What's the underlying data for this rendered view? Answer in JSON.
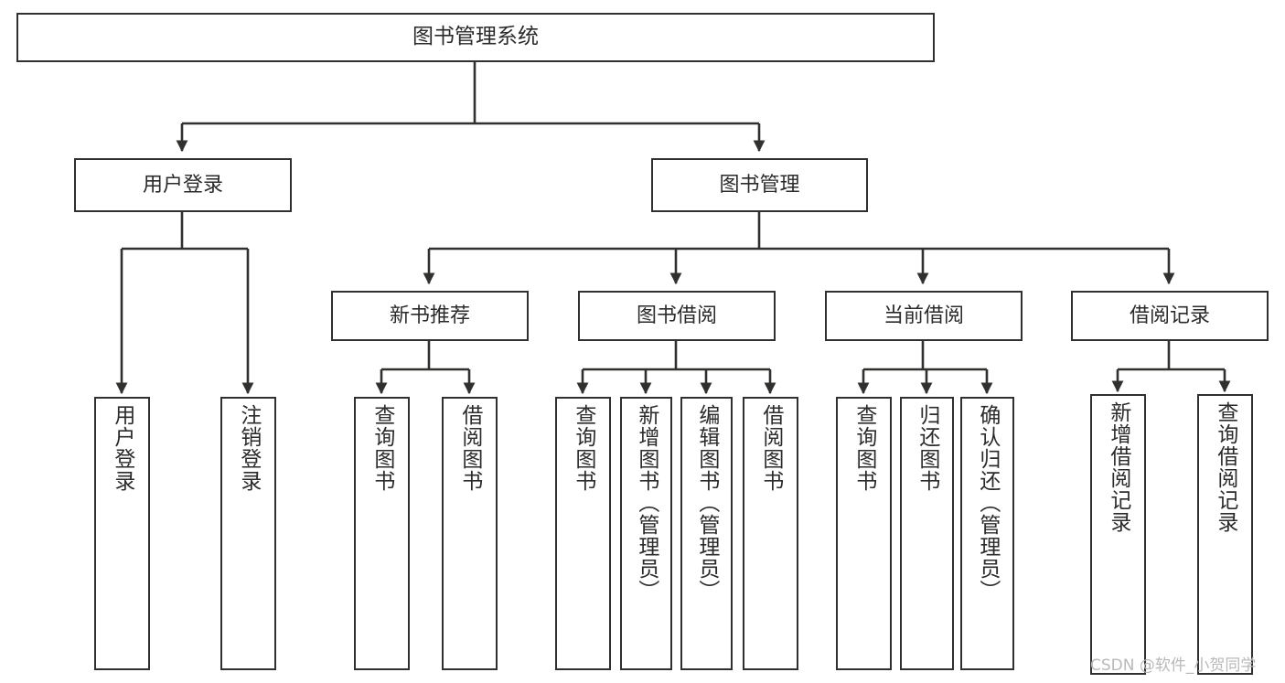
{
  "diagram": {
    "type": "tree",
    "title": "图书管理系统",
    "orientation": "top-down",
    "root": {
      "label": "图书管理系统"
    },
    "level1": [
      {
        "label": "用户登录"
      },
      {
        "label": "图书管理"
      }
    ],
    "level2": [
      {
        "label": "新书推荐"
      },
      {
        "label": "图书借阅"
      },
      {
        "label": "当前借阅"
      },
      {
        "label": "借阅记录"
      }
    ],
    "leaves": {
      "user_login": [
        {
          "label": "用户登录"
        },
        {
          "label": "注销登录"
        }
      ],
      "new_book_recommend": [
        {
          "label": "查询图书"
        },
        {
          "label": "借阅图书"
        }
      ],
      "book_borrow": [
        {
          "label": "查询图书"
        },
        {
          "label": "新增图书（管理员）"
        },
        {
          "label": "编辑图书（管理员）"
        },
        {
          "label": "借阅图书"
        }
      ],
      "current_borrow": [
        {
          "label": "查询图书"
        },
        {
          "label": "归还图书"
        },
        {
          "label": "确认归还（管理员）"
        }
      ],
      "borrow_record": [
        {
          "label": "新增借阅记录"
        },
        {
          "label": "查询借阅记录"
        }
      ]
    }
  },
  "colors": {
    "stroke": "#30302f",
    "text": "#2b2b2b",
    "background": "#ffffff",
    "watermark": "#b9b9b9"
  },
  "watermark": {
    "text": "CSDN @软件_小贺同学"
  }
}
